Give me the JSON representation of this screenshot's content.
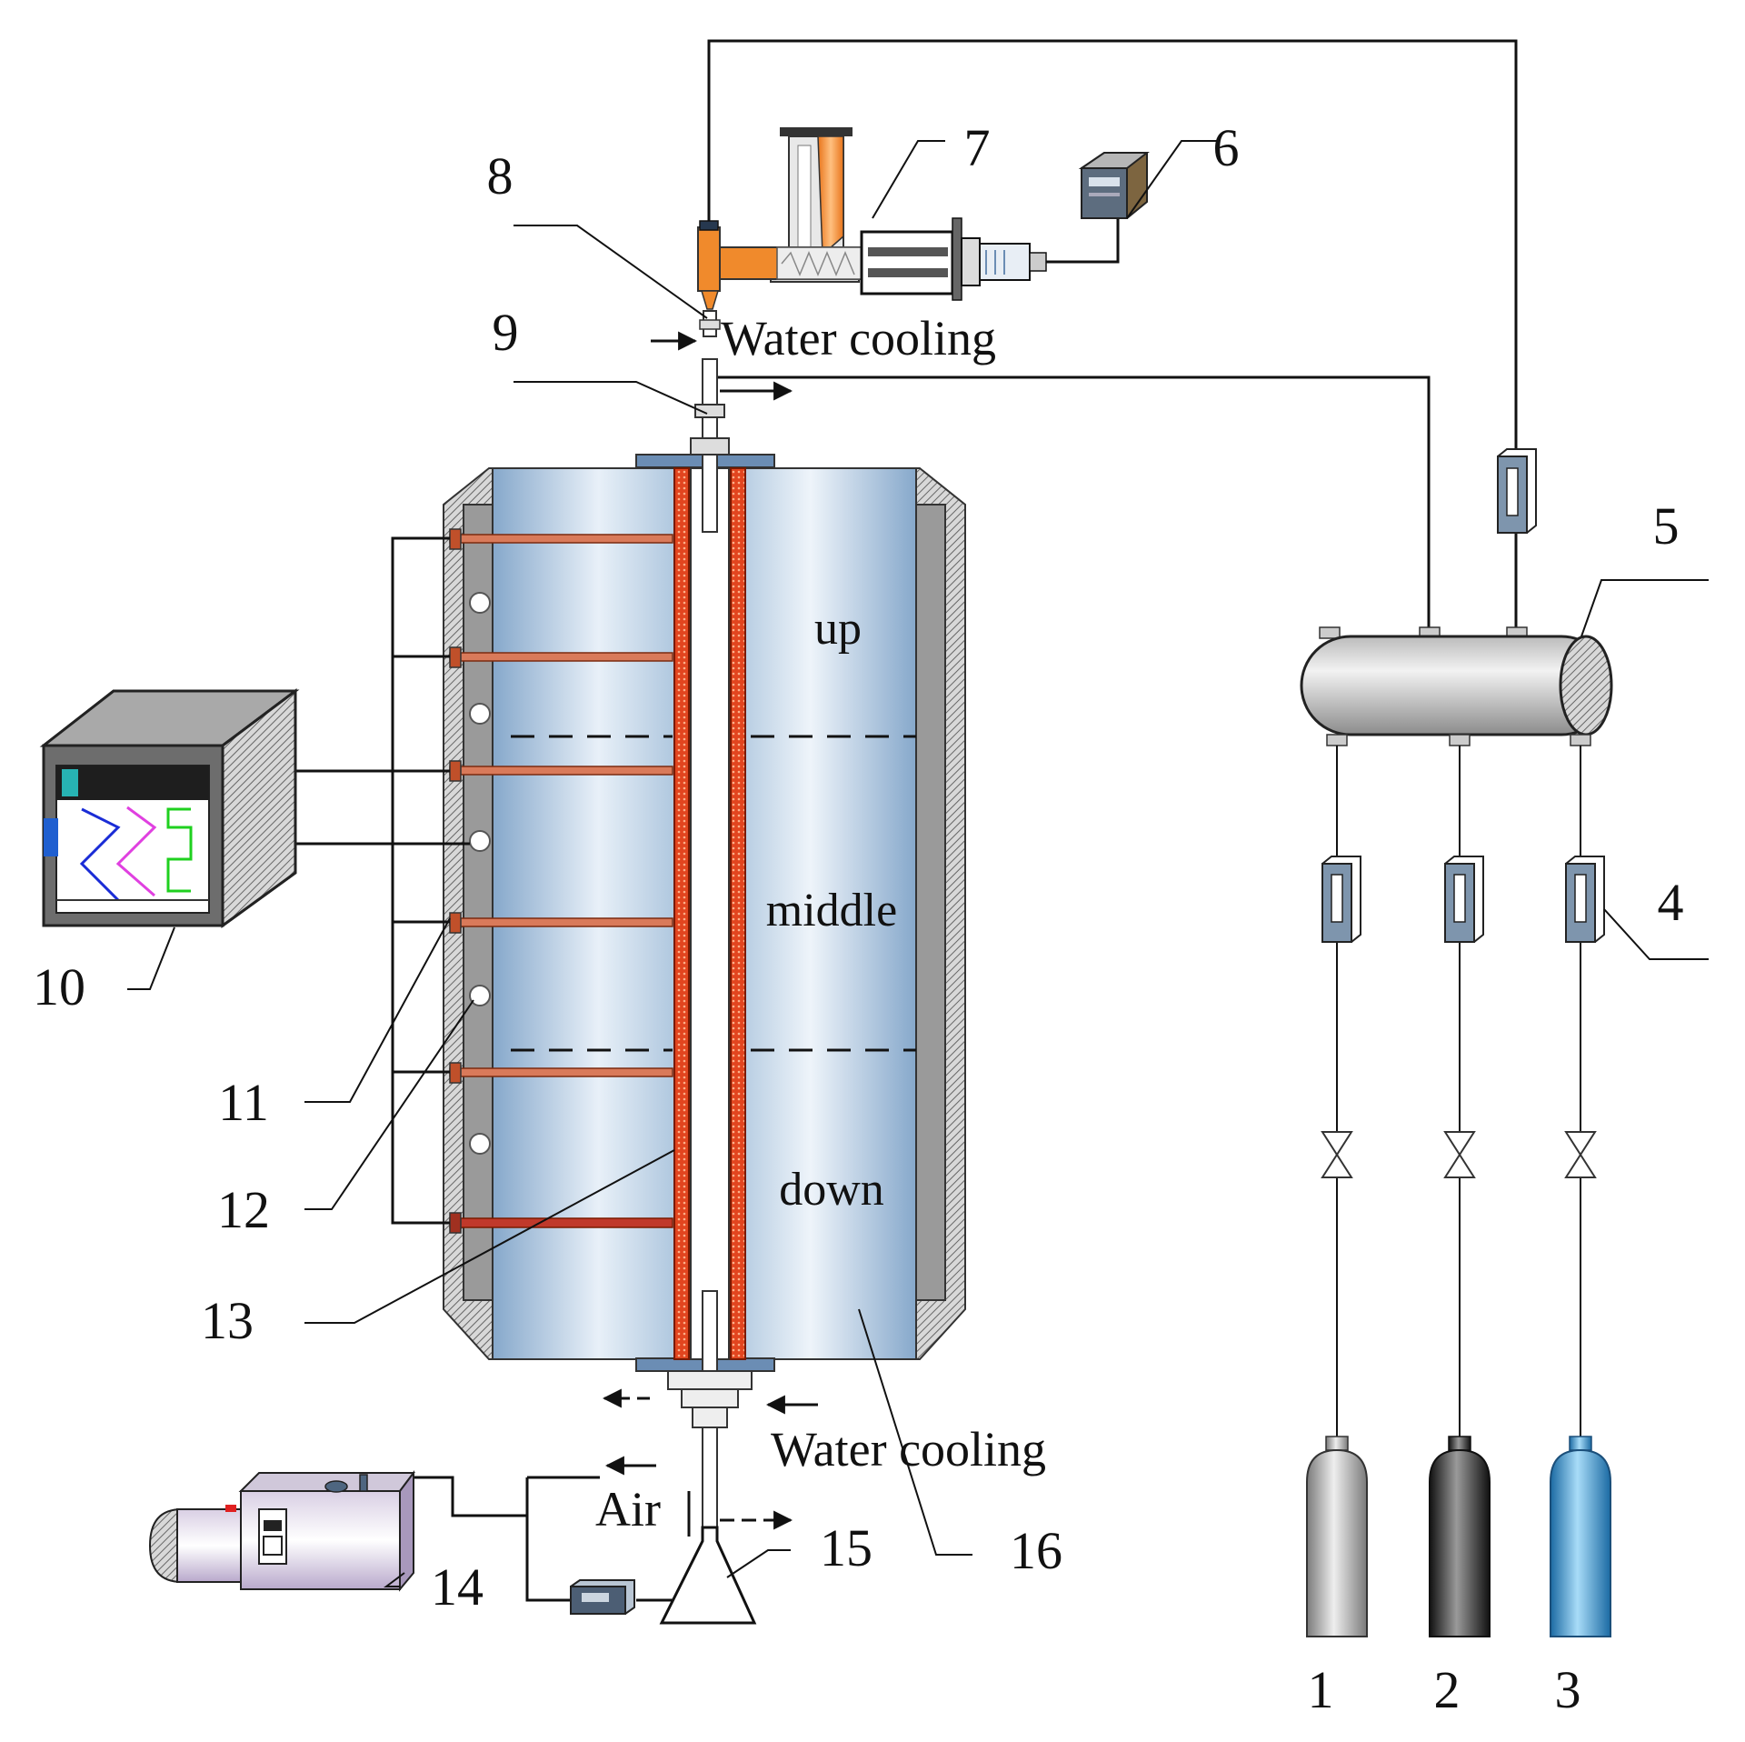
{
  "callouts": {
    "c1": "1",
    "c2": "2",
    "c3": "3",
    "c4": "4",
    "c5": "5",
    "c6": "6",
    "c7": "7",
    "c8": "8",
    "c9": "9",
    "c10": "10",
    "c11": "11",
    "c12": "12",
    "c13": "13",
    "c14": "14",
    "c15": "15",
    "c16": "16"
  },
  "labels": {
    "water_cooling_top": "Water cooling",
    "water_cooling_bottom": "Water cooling",
    "air": "Air"
  },
  "zones": {
    "up": "up",
    "middle": "middle",
    "down": "down"
  },
  "colors": {
    "furnace_blue": "#8fb0d0",
    "heater_red": "#e2451f",
    "feeder_orange": "#f08a2c",
    "cylinder_gray": "#b8b8b8",
    "cylinder_black": "#222222",
    "cylinder_blue": "#2f8fd0"
  }
}
